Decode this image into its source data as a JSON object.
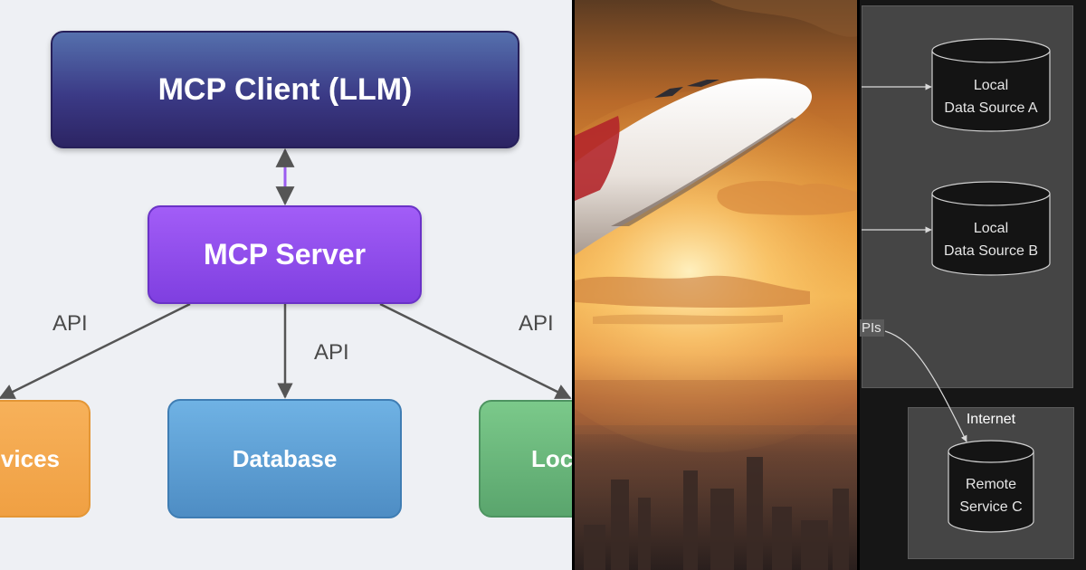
{
  "panel_left": {
    "nodes": {
      "client": "MCP Client (LLM)",
      "server": "MCP Server",
      "services": "vices",
      "database": "Database",
      "local": "Loc"
    },
    "edge_labels": {
      "left": "API",
      "middle": "API",
      "right": "API"
    }
  },
  "panel_dark": {
    "nodes": {
      "source_a_line1": "Local",
      "source_a_line2": "Data Source A",
      "source_b_line1": "Local",
      "source_b_line2": "Data Source B",
      "remote_line1": "Remote",
      "remote_line2": "Service C"
    },
    "groups": {
      "internet": "Internet"
    },
    "edge_label": "PIs"
  },
  "colors": {
    "client": "#3b3a86",
    "server": "#8a47ec",
    "services": "#f3a64b",
    "database": "#5a9bd4",
    "local": "#68b57a",
    "dark_bg": "#161616",
    "dark_group": "#454545"
  }
}
